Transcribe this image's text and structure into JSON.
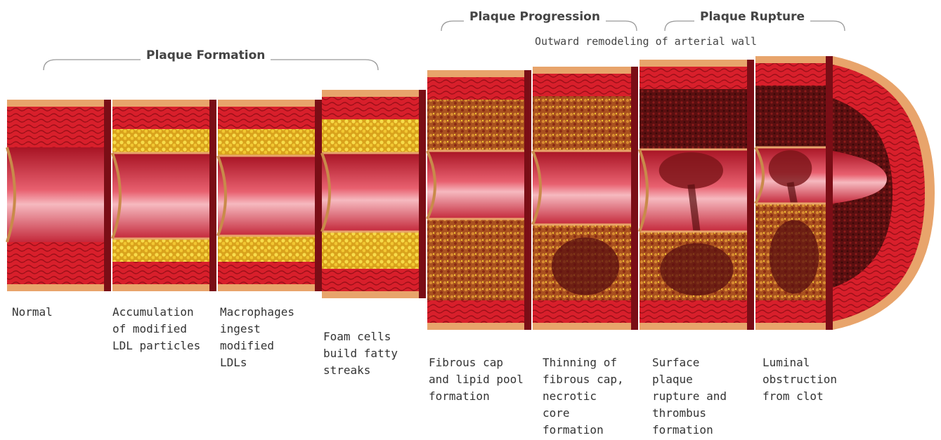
{
  "headings": {
    "formation": "Plaque Formation",
    "progression": "Plaque Progression",
    "rupture": "Plaque Rupture",
    "remodeling": "Outward remodeling of arterial wall"
  },
  "stages": [
    {
      "lines": [
        "Normal"
      ]
    },
    {
      "lines": [
        "Accumulation",
        "of modified",
        "LDL particles"
      ]
    },
    {
      "lines": [
        "Macrophages",
        "ingest",
        "modified",
        "LDLs"
      ]
    },
    {
      "lines": [
        "Foam cells",
        "build fatty",
        "streaks"
      ]
    },
    {
      "lines": [
        "Fibrous cap",
        "and lipid pool",
        "formation"
      ]
    },
    {
      "lines": [
        "Thinning of",
        "fibrous cap,",
        "necrotic",
        "core",
        "formation"
      ]
    },
    {
      "lines": [
        "Surface",
        "plaque",
        "rupture and",
        "thrombus",
        "formation"
      ]
    },
    {
      "lines": [
        "Luminal",
        "obstruction",
        "from clot"
      ]
    }
  ],
  "colors": {
    "muscle": "#d81f2b",
    "muscle_dark": "#a3121c",
    "adventitia": "#e8a46b",
    "lumen": "#c8283a",
    "lumen_light": "#f4a9b0",
    "lipid": "#f2c832",
    "necrotic": "#5a0f10",
    "plaque": "#c0652a"
  }
}
